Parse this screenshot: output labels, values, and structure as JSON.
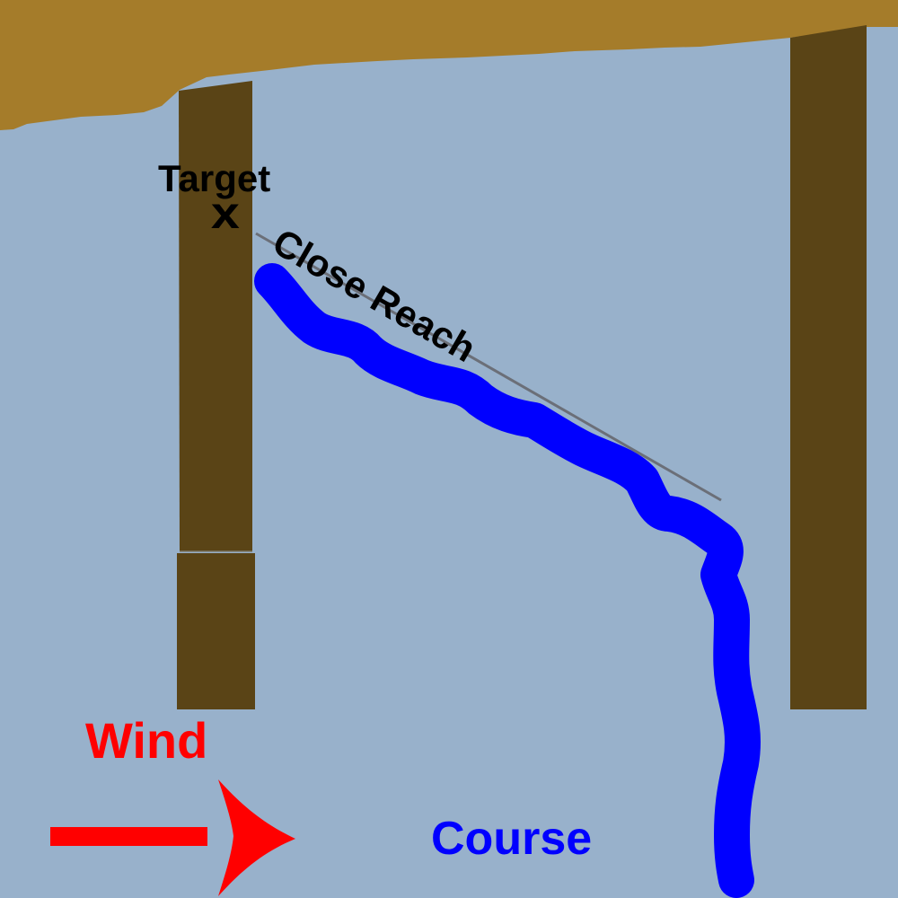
{
  "diagram": {
    "type": "sailing-course-diagram",
    "colors": {
      "water": "#98b1cb",
      "shore": "#a57c2a",
      "pier": "#5a4416",
      "course": "#0000ff",
      "wind": "#ff0000",
      "close_reach_line": "#6b6f78",
      "text": "#000000"
    },
    "labels": {
      "target": "Target",
      "target_marker": "x",
      "close_reach": "Close Reach",
      "wind": "Wind",
      "course": "Course"
    },
    "elements": {
      "shore": "shoreline at top",
      "left_pier": "left dock (two segments)",
      "right_pier": "right dock",
      "wind_arrow": "arrow pointing right",
      "course_path": "thick wavy path from bottom right up to the left pier",
      "close_reach_line": "straight reference line"
    }
  }
}
